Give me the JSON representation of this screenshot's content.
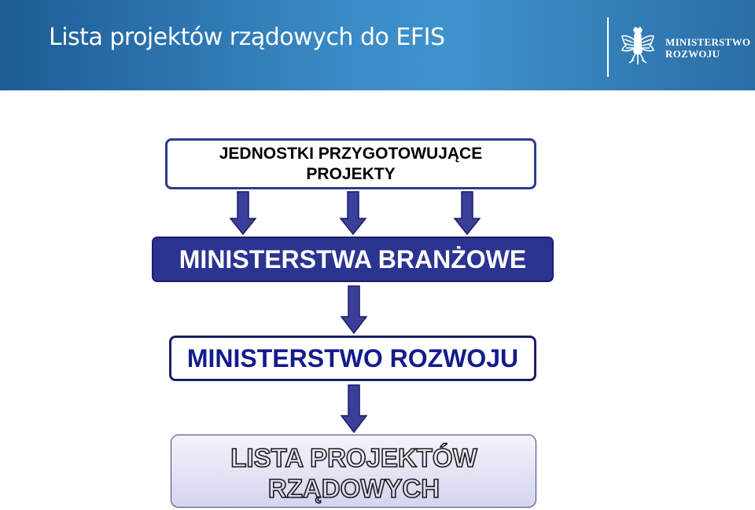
{
  "header": {
    "title": "Lista projektów rządowych do EFIS",
    "logo": {
      "line1": "MINISTERSTWO",
      "line2": "ROZWOJU",
      "icon": "polish-eagle-emblem"
    }
  },
  "diagram": {
    "box1": {
      "line1": "JEDNOSTKI PRZYGOTOWUJĄCE",
      "line2": "PROJEKTY"
    },
    "box2": {
      "label": "MINISTERSTWA BRANŻOWE"
    },
    "box3": {
      "label": "MINISTERSTWO ROZWOJU"
    },
    "box4": {
      "line1": "LISTA PROJEKTÓW",
      "line2": "RZĄDOWYCH"
    }
  },
  "colors": {
    "header_blue": "#2f7ab8",
    "box_navy": "#2c3491",
    "arrow_fill": "#3b3f9c",
    "text_navy": "#141b8c"
  }
}
